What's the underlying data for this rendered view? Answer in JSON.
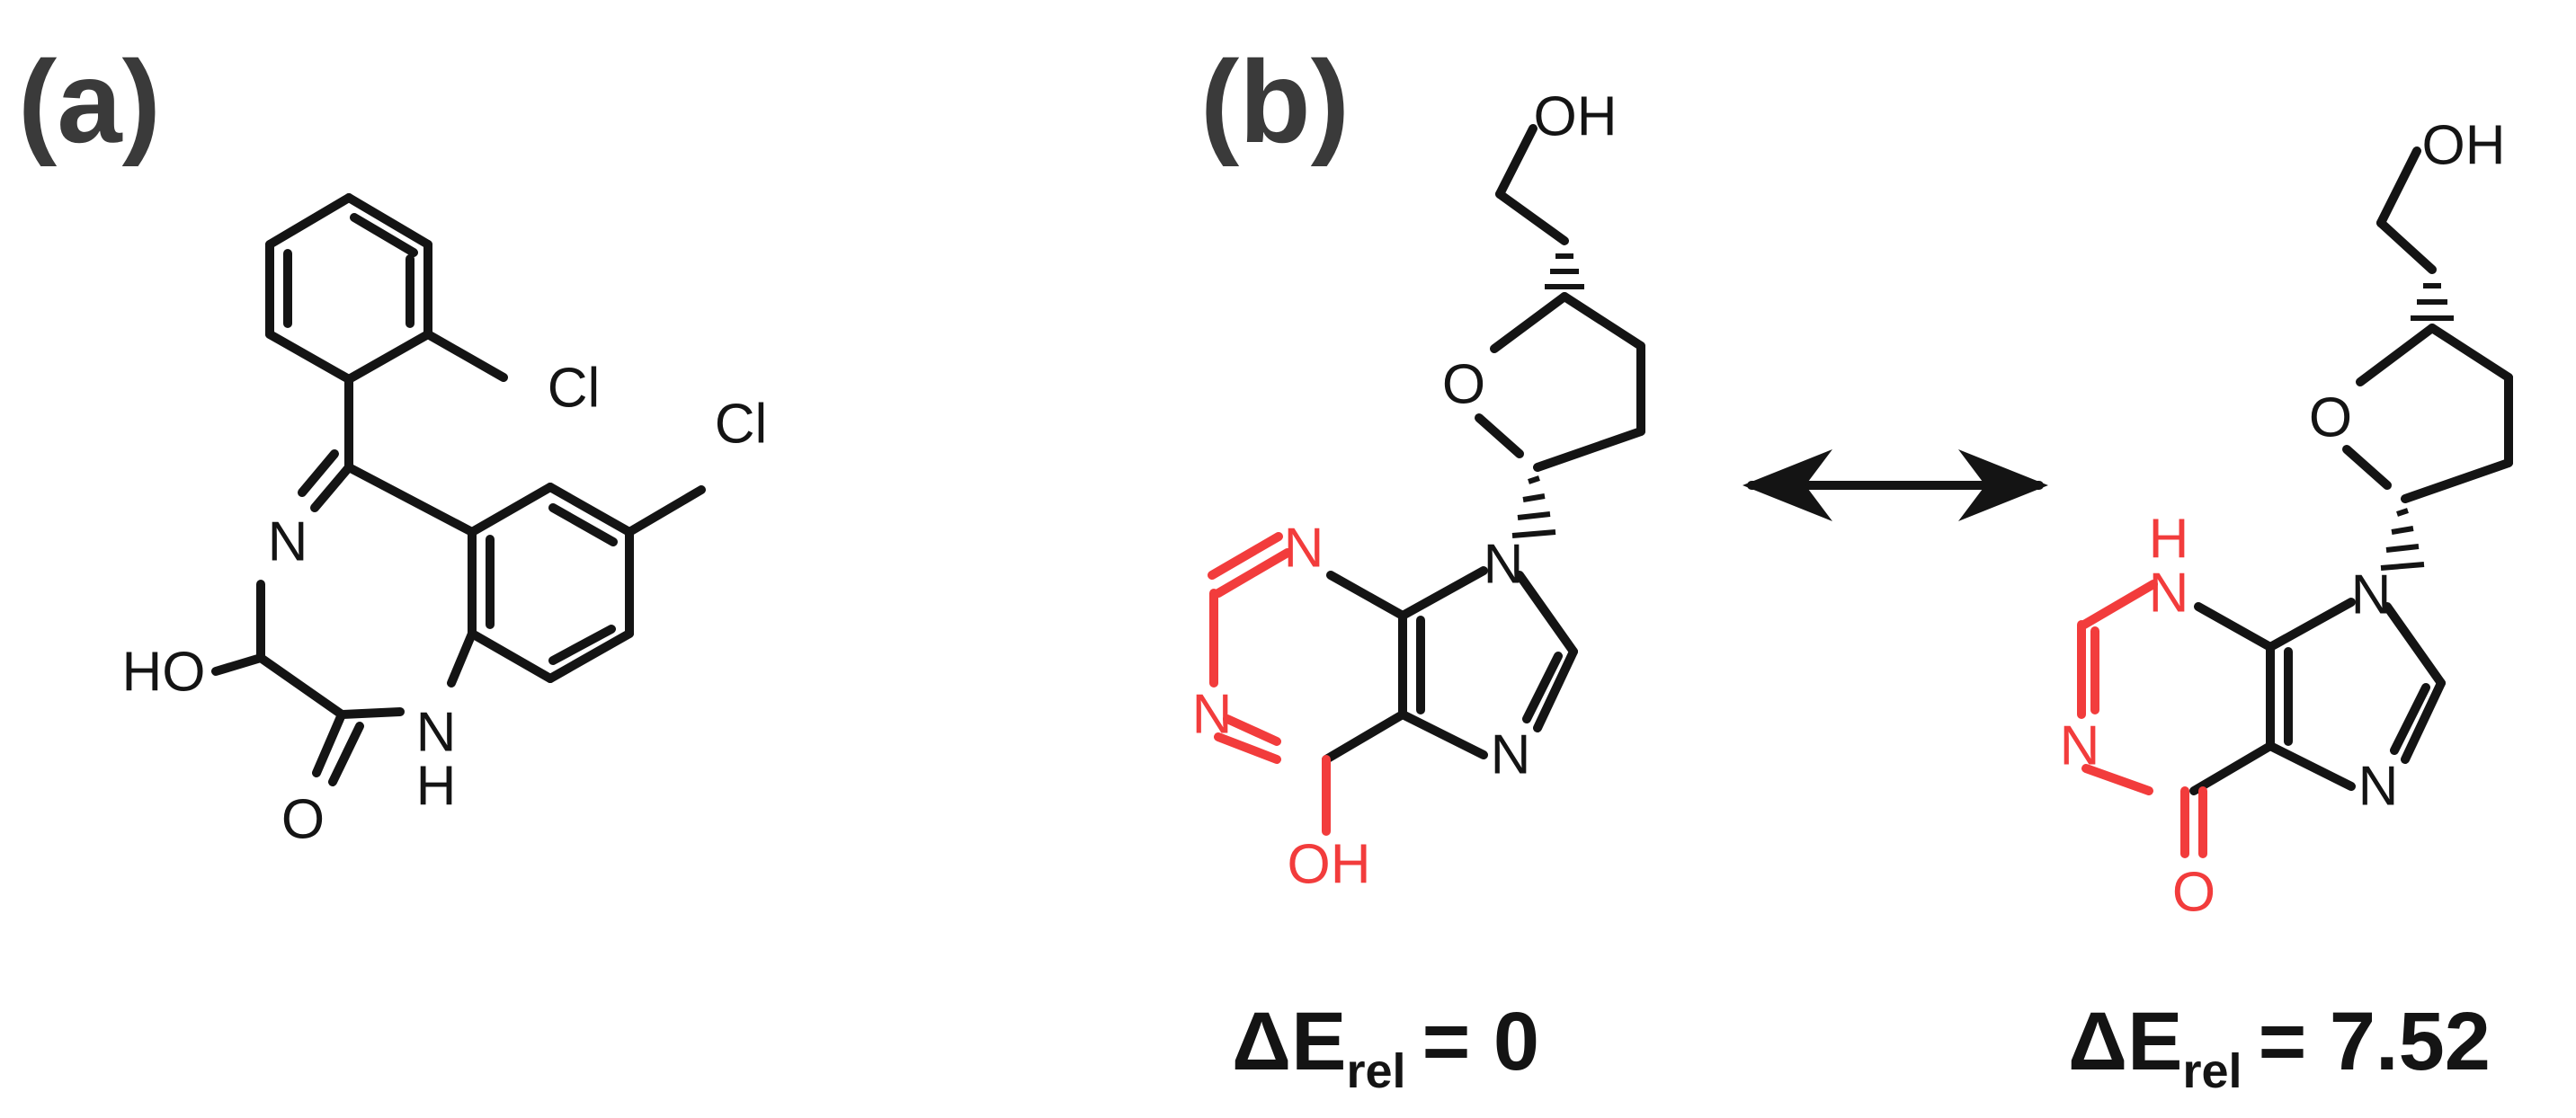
{
  "panels": {
    "a": {
      "label": "(a)"
    },
    "b": {
      "label": "(b)"
    }
  },
  "atoms": {
    "hydroxyl": "OH",
    "hydroxyl_left": "HO",
    "oxygen": "O",
    "nitrogen": "N",
    "amine_h": "H",
    "chlorine": "Cl"
  },
  "energies": {
    "left": {
      "symbol": "ΔE",
      "subscript": "rel",
      "value": "= 0"
    },
    "right": {
      "symbol": "ΔE",
      "subscript": "rel",
      "value": "= 7.52"
    }
  },
  "colors": {
    "bond": "#141414",
    "highlight": "#f23c3c",
    "label": "#3a3a3a"
  }
}
